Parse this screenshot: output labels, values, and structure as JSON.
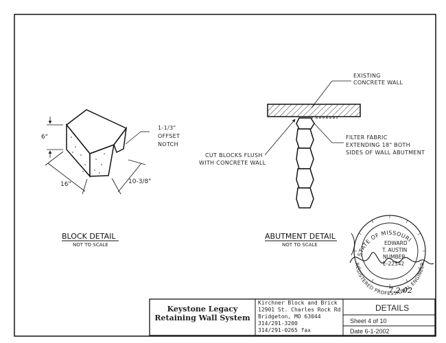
{
  "block_detail": {
    "title": "BLOCK DETAIL",
    "scale_note": "NOT TO SCALE",
    "dim_height": "6\"",
    "dim_width": "16\"",
    "dim_depth": "10-3/8\"",
    "notch_line1": "1-1/3\"",
    "notch_line2": "OFFSET",
    "notch_line3": "NOTCH"
  },
  "abutment_detail": {
    "title": "ABUTMENT DETAIL",
    "scale_note": "NOT TO SCALE",
    "existing_line1": "EXISTING",
    "existing_line2": "CONCRETE WALL",
    "fabric_line1": "FILTER FABRIC",
    "fabric_line2": "EXTENDING 18\" BOTH",
    "fabric_line3": "SIDES OF WALL ABUTMENT",
    "cut_line1": "CUT BLOCKS FLUSH",
    "cut_line2": "WITH CONCRETE WALL"
  },
  "seal": {
    "top_text": "STATE OF MISSOURI",
    "bottom_text": "REGISTERED PROFESSIONAL ENGINEER",
    "name_line1": "EDWARD",
    "name_line2": "T. AUSTIN",
    "name_line3": "NUMBER",
    "name_line4": "E-22542",
    "date": "7.2.02"
  },
  "title_block": {
    "project_line1": "Keystone Legacy",
    "project_line2": "Retaining Wall System",
    "company": "Kirchner Block and Brick",
    "address1": "12901 St. Charles Rock Rd",
    "address2": "Bridgeton, MO  63044",
    "phone": "314/291-3200",
    "fax": "314/291-0265 fax",
    "sheet_title": "DETAILS",
    "sheet_number": "Sheet 4 of 10",
    "date": "Date 6-1-2002"
  }
}
